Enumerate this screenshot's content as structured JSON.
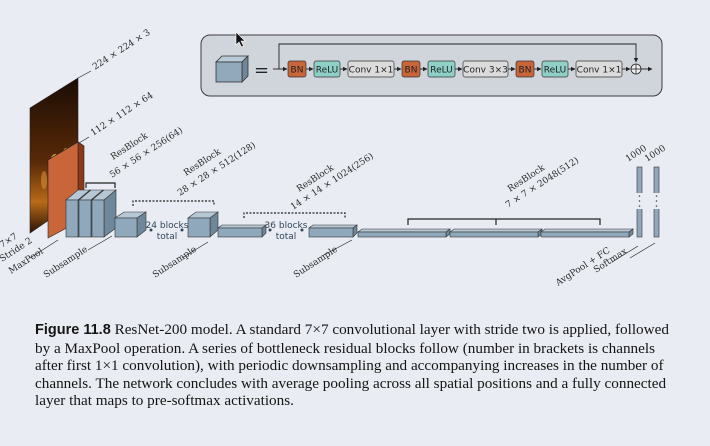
{
  "diagram": {
    "dims": {
      "input": "224 × 224 × 3",
      "conv": "112 × 112 × 64",
      "stage1": "56 × 56 × 256(64)",
      "stage2": "28 × 28 × 512(128)",
      "stage3": "14 × 14 × 1024(256)",
      "stage4": "7 × 7 × 2048(512)",
      "fc1": "1000",
      "fc2": "1000"
    },
    "resblock": "ResBlock",
    "left_labels": {
      "conv": "7×7",
      "stride": "Stride 2",
      "maxpool": "MaxPool"
    },
    "subsample": "Subsample",
    "blocks_24": "24 blocks",
    "blocks_36": "36 blocks",
    "total": "total",
    "avgpool_fc": "AvgPool + FC",
    "softmax": "Softmax",
    "bottleneck": {
      "equals": "=",
      "nodes": [
        "BN",
        "ReLU",
        "Conv 1×1",
        "BN",
        "ReLU",
        "Conv 3×3",
        "BN",
        "ReLU",
        "Conv 1×1"
      ]
    },
    "colors": {
      "bn": "#c8663a",
      "relu": "#8fd0c6",
      "conv": "#dcdcdc",
      "block": "#8fa8bc",
      "panel": "#d0d5dc"
    }
  },
  "caption": {
    "label": "Figure 11.8",
    "text": " ResNet-200 model. A standard 7×7 convolutional layer with stride two is applied, followed by a MaxPool operation. A series of bottleneck residual blocks follow (number in brackets is channels after first 1×1 convolution), with periodic downsampling and accompanying increases in the number of channels. The network concludes with average pooling across all spatial positions and a fully connected layer that maps to pre-softmax activations."
  }
}
